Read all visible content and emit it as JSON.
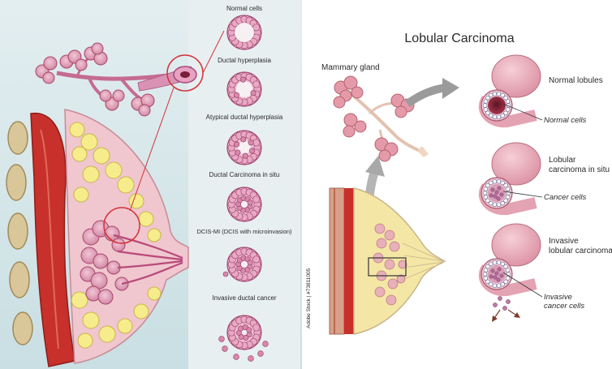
{
  "left_panel": {
    "stages": [
      {
        "label": "Normal cells"
      },
      {
        "label": "Ductal hyperplasia"
      },
      {
        "label": "Atypical ductal hyperplasia"
      },
      {
        "label": "Ductal Carcinoma in situ"
      },
      {
        "label": "DCIS-MI (DCIS with microinvasion)"
      },
      {
        "label": "Invasive ductal cancer"
      }
    ]
  },
  "right_panel": {
    "title": "Lobular Carcinoma",
    "gland_label": "Mammary gland",
    "watermark": "Adobe Stock | #73811005",
    "stages": [
      {
        "title_lines": [
          "Normal lobules"
        ],
        "cell_label_lines": [
          "Normal cells"
        ]
      },
      {
        "title_lines": [
          "Lobular",
          "carcinoma in situ"
        ],
        "cell_label_lines": [
          "Cancer cells"
        ]
      },
      {
        "title_lines": [
          "Invasive",
          "lobular carcinoma"
        ],
        "cell_label_lines": [
          "Invasive",
          "cancer cells"
        ]
      }
    ]
  },
  "colors": {
    "left_bg": "#cfe3e6",
    "stage_panel_bg": "#e6eef0",
    "tissue_pink": "#e7b2c8",
    "lobule_pink": "#d58aa7",
    "fat_yellow": "#f4ea8a",
    "muscle_red": "#c7302b",
    "callout_red": "#d2343a",
    "arrow_grey": "#9b9b9b"
  }
}
